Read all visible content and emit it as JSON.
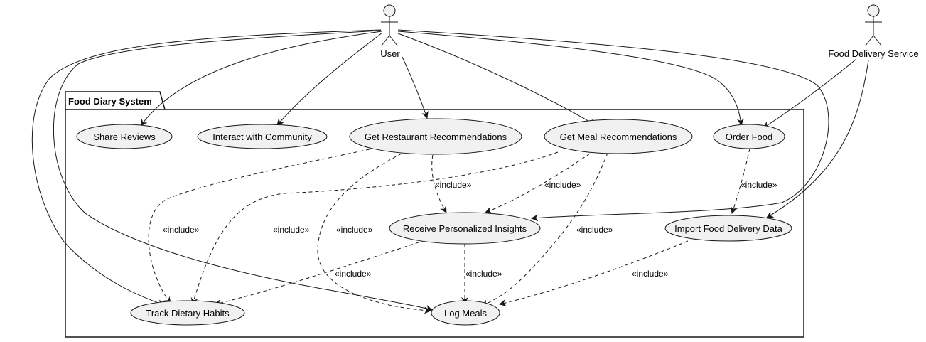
{
  "package": {
    "name": "Food Diary System"
  },
  "actors": {
    "user": "User",
    "delivery": "Food Delivery Service"
  },
  "use_cases": {
    "share_reviews": "Share Reviews",
    "interact": "Interact with Community",
    "get_restaurant": "Get Restaurant Recommendations",
    "get_meal": "Get Meal Recommendations",
    "order_food": "Order Food",
    "insights": "Receive Personalized Insights",
    "import": "Import Food Delivery Data",
    "track": "Track Dietary Habits",
    "log": "Log Meals"
  },
  "include_label": "«include»",
  "colors": {
    "usecase_fill": "#f1f1f1",
    "actor_fill": "#f1f1f1",
    "line": "#181818"
  }
}
